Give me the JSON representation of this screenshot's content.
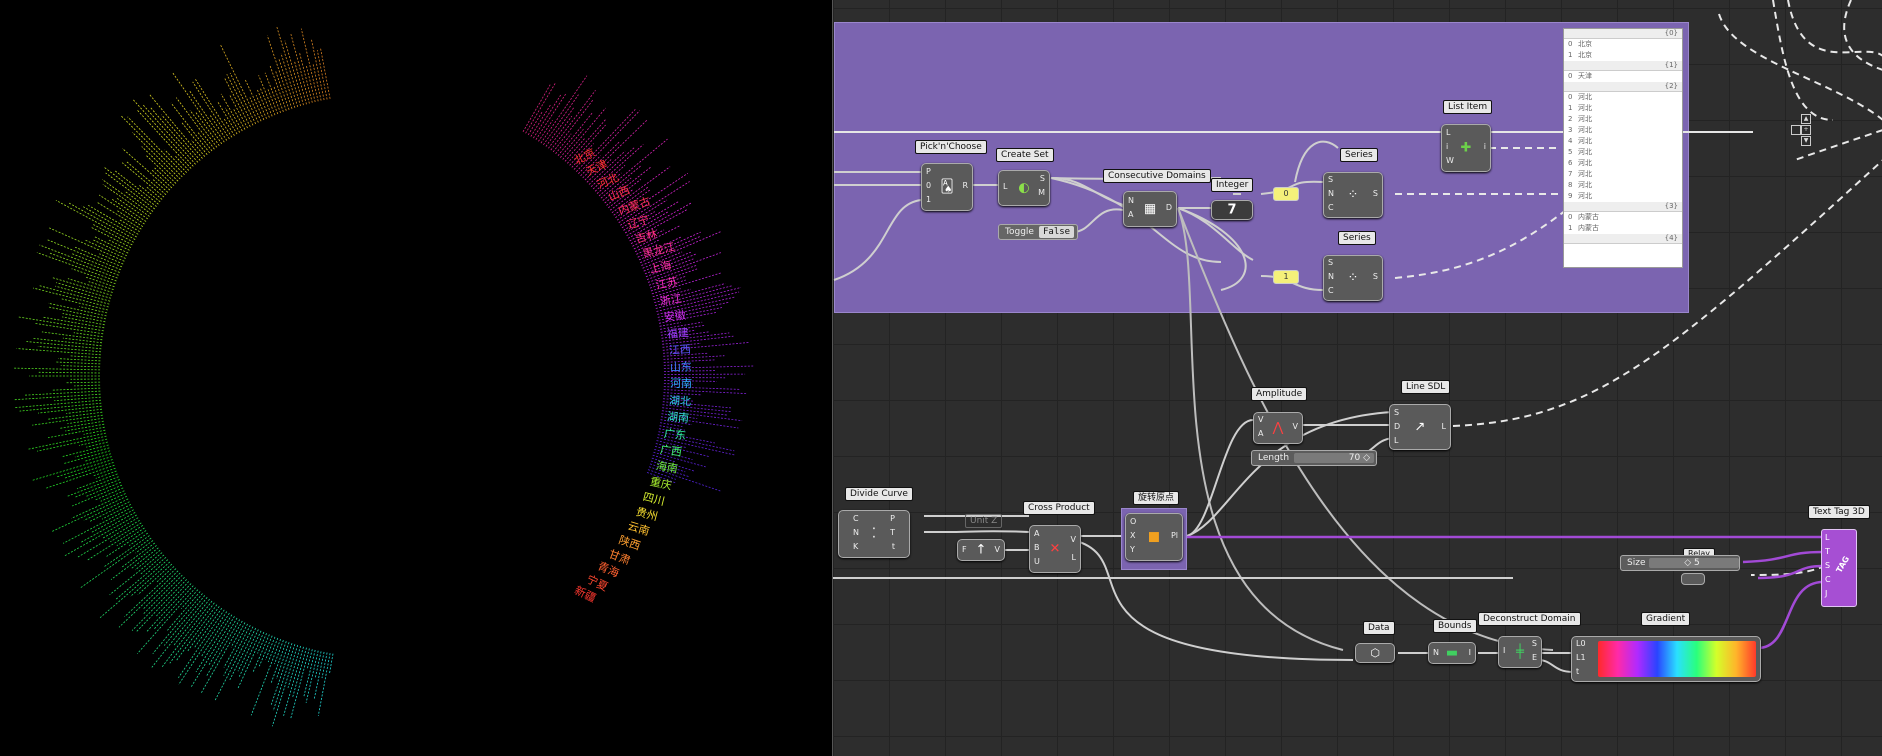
{
  "viewport": {
    "province_labels": [
      {
        "text": "北京",
        "color": "#ff3030"
      },
      {
        "text": "天津",
        "color": "#ff3030"
      },
      {
        "text": "河北",
        "color": "#ff3035"
      },
      {
        "text": "山西",
        "color": "#ff3048"
      },
      {
        "text": "内蒙古",
        "color": "#ff305a"
      },
      {
        "text": "辽宁",
        "color": "#ff306c"
      },
      {
        "text": "吉林",
        "color": "#ff307e"
      },
      {
        "text": "黑龙江",
        "color": "#ff3090"
      },
      {
        "text": "上海",
        "color": "#ff30a4"
      },
      {
        "text": "江苏",
        "color": "#ff30bc"
      },
      {
        "text": "浙江",
        "color": "#f030d8"
      },
      {
        "text": "安徽",
        "color": "#d030f0"
      },
      {
        "text": "福建",
        "color": "#9c40ff"
      },
      {
        "text": "江西",
        "color": "#5a58ff"
      },
      {
        "text": "山东",
        "color": "#3c80ff"
      },
      {
        "text": "河南",
        "color": "#30a8ff"
      },
      {
        "text": "湖北",
        "color": "#30c8f0"
      },
      {
        "text": "湖南",
        "color": "#30e0d0"
      },
      {
        "text": "广东",
        "color": "#30f0a0"
      },
      {
        "text": "广西",
        "color": "#40f070"
      },
      {
        "text": "海南",
        "color": "#70f040"
      },
      {
        "text": "重庆",
        "color": "#a8f030"
      },
      {
        "text": "四川",
        "color": "#d8f030"
      },
      {
        "text": "贵州",
        "color": "#f8e030"
      },
      {
        "text": "云南",
        "color": "#ffc030"
      },
      {
        "text": "陕西",
        "color": "#ffa030"
      },
      {
        "text": "甘肃",
        "color": "#ff8030"
      },
      {
        "text": "青海",
        "color": "#ff6030"
      },
      {
        "text": "宁夏",
        "color": "#ff4830"
      },
      {
        "text": "新疆",
        "color": "#ff3830"
      }
    ]
  },
  "canvas": {
    "captions": {
      "pick_n_choose": "Pick'n'Choose",
      "create_set": "Create Set",
      "consecutive_domains": "Consecutive Domains",
      "integer": "Integer",
      "series_1": "Series",
      "series_2": "Series",
      "list_item": "List Item",
      "amplitude": "Amplitude",
      "line_sdl": "Line SDL",
      "divide_curve": "Divide Curve",
      "unit_z": "Unit Z",
      "cross_product": "Cross Product",
      "plane_origin": "旋转原点",
      "data": "Data",
      "bounds": "Bounds",
      "deconstruct_domain": "Deconstruct Domain",
      "gradient": "Gradient",
      "text_tag_3d": "Text Tag 3D",
      "relay": "Relay"
    },
    "toggle": {
      "label": "Toggle",
      "value": "False"
    },
    "integer_value": "7",
    "panel_zero": "0",
    "panel_one": "1",
    "length_slider": {
      "label": "Length",
      "value": "70"
    },
    "size_slider": {
      "label": "Size",
      "value": "5"
    },
    "panel_list": {
      "branches": [
        {
          "path": "{0}",
          "items": [
            {
              "i": "0",
              "v": "北京"
            },
            {
              "i": "1",
              "v": "北京"
            }
          ]
        },
        {
          "path": "{1}",
          "items": [
            {
              "i": "0",
              "v": "天津"
            }
          ]
        },
        {
          "path": "{2}",
          "items": [
            {
              "i": "0",
              "v": "河北"
            },
            {
              "i": "1",
              "v": "河北"
            },
            {
              "i": "2",
              "v": "河北"
            },
            {
              "i": "3",
              "v": "河北"
            },
            {
              "i": "4",
              "v": "河北"
            },
            {
              "i": "5",
              "v": "河北"
            },
            {
              "i": "6",
              "v": "河北"
            },
            {
              "i": "7",
              "v": "河北"
            },
            {
              "i": "8",
              "v": "河北"
            },
            {
              "i": "9",
              "v": "河北"
            }
          ]
        },
        {
          "path": "{3}",
          "items": [
            {
              "i": "0",
              "v": "内蒙古"
            },
            {
              "i": "1",
              "v": "内蒙古"
            }
          ]
        },
        {
          "path": "{4}",
          "items": []
        }
      ]
    },
    "ports": {
      "pick": {
        "inputs": [
          "P",
          "0",
          "1"
        ],
        "outputs": [
          "R"
        ]
      },
      "create_set": {
        "inputs": [
          "L"
        ],
        "outputs": [
          "S",
          "M"
        ]
      },
      "consec": {
        "inputs": [
          "N",
          "A"
        ],
        "outputs": [
          "D"
        ]
      },
      "series": {
        "inputs": [
          "S",
          "N",
          "C"
        ],
        "outputs": [
          "S"
        ]
      },
      "list_item": {
        "inputs": [
          "L",
          "i",
          "W"
        ],
        "outputs": [
          "i"
        ]
      },
      "amplitude": {
        "inputs": [
          "V",
          "A"
        ],
        "outputs": [
          "V"
        ]
      },
      "line_sdl": {
        "inputs": [
          "S",
          "D",
          "L"
        ],
        "outputs": [
          "L"
        ]
      },
      "divide": {
        "inputs": [
          "C",
          "N",
          "K"
        ],
        "outputs": [
          "P",
          "T",
          "t"
        ]
      },
      "unit_z": {
        "inputs": [
          "F"
        ],
        "outputs": [
          "V"
        ]
      },
      "cross": {
        "inputs": [
          "A",
          "B",
          "U"
        ],
        "outputs": [
          "V",
          "L"
        ]
      },
      "plane": {
        "inputs": [
          "O",
          "X",
          "Y"
        ],
        "outputs": [
          "Pl"
        ]
      },
      "bounds": {
        "inputs": [
          "N"
        ],
        "outputs": [
          "I"
        ]
      },
      "deconstruct": {
        "inputs": [
          "I"
        ],
        "outputs": [
          "S",
          "E"
        ]
      },
      "gradient": {
        "inputs": [
          "L0",
          "L1",
          "t"
        ]
      },
      "text_tag": {
        "inputs": [
          "L",
          "T",
          "S",
          "C",
          "J"
        ],
        "icon": "TAG"
      }
    }
  }
}
